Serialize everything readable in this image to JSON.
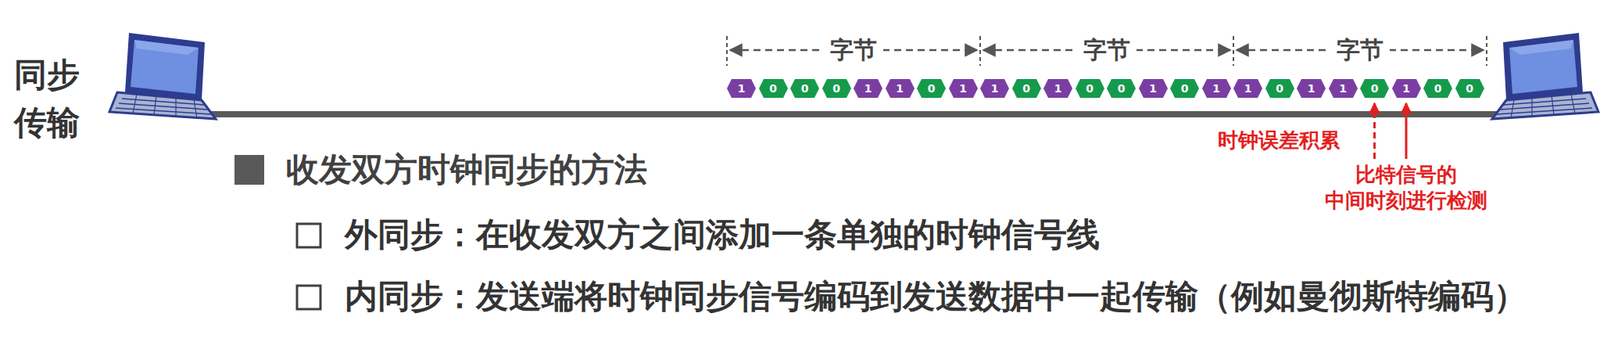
{
  "diagram": {
    "nodes": [
      {
        "text": [
          "1"
        ]
      },
      {
        "text": [
          "0"
        ]
      },
      {
        "text": [
          "0"
        ]
      },
      {
        "text": [
          "0"
        ]
      },
      {
        "text": [
          "1"
        ]
      },
      {
        "text": [
          "1"
        ]
      },
      {
        "text": [
          "0"
        ]
      },
      {
        "text": [
          "1"
        ]
      },
      {
        "text": [
          "1"
        ]
      },
      {
        "text": [
          "0"
        ]
      },
      {
        "text": [
          "1"
        ]
      },
      {
        "text": [
          "0"
        ]
      },
      {
        "text": [
          "0"
        ]
      },
      {
        "text": [
          "1"
        ]
      },
      {
        "text": [
          "0"
        ]
      },
      {
        "text": [
          "1"
        ]
      },
      {
        "text": [
          "1"
        ]
      },
      {
        "text": [
          "0"
        ]
      },
      {
        "text": [
          "1"
        ]
      },
      {
        "text": [
          "1"
        ]
      },
      {
        "text": [
          "0"
        ]
      },
      {
        "text": [
          "1"
        ]
      },
      {
        "text": [
          "0"
        ]
      },
      {
        "text": [
          "0"
        ]
      }
    ],
    "labels": [
      "同步 传输",
      "字节",
      "字节",
      "字节",
      "时钟误差积累",
      "比特信号的 中间时刻进行检测",
      "收发双方时钟同步的方法",
      "外同步：在收发双方之间添加一条单独的时钟信号线",
      "内同步：发送端将时钟同步信号编码到发送数据中一起传输（例如曼彻斯特编码）"
    ]
  }
}
